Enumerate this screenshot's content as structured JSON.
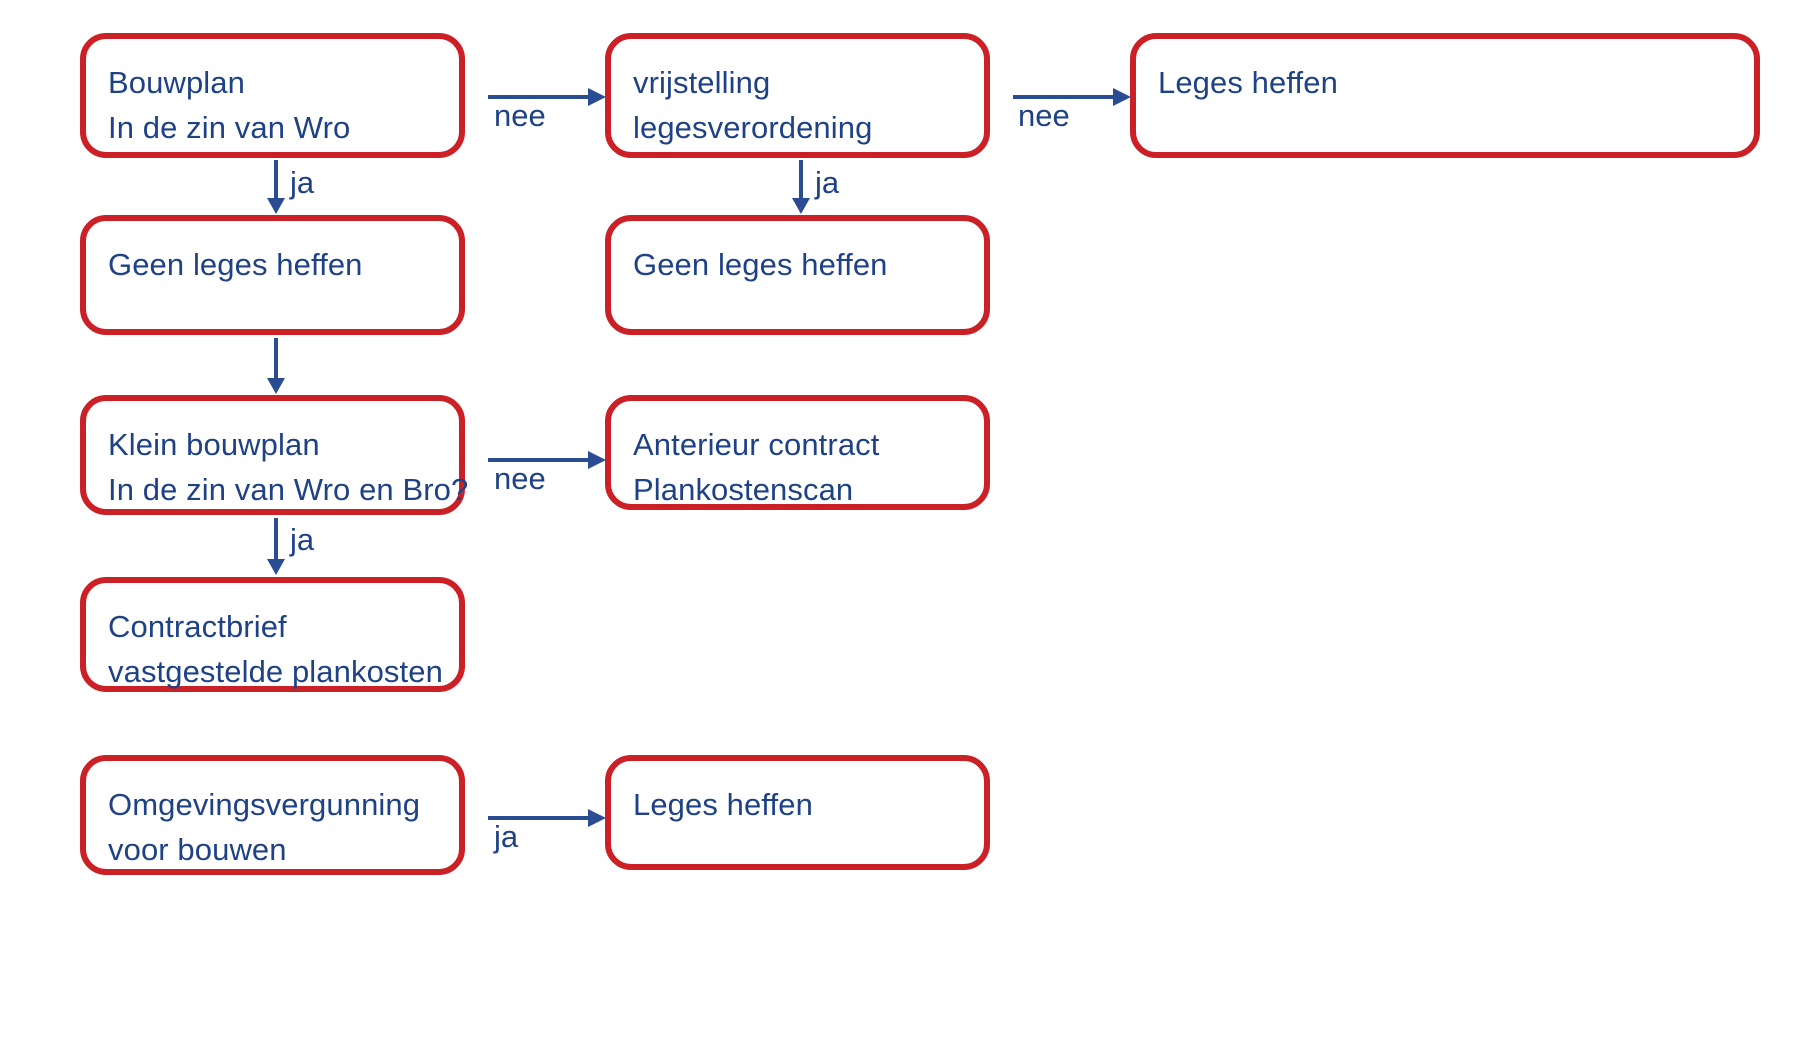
{
  "diagram": {
    "title": "Leges en plankosten beslisboom",
    "colors": {
      "node_border": "#CC2027",
      "text": "#1F4287",
      "arrow": "#2A4C92",
      "background": "#FFFFFF"
    },
    "nodes": [
      {
        "id": "bouwplan",
        "lines": [
          "Bouwplan",
          "In de zin van Wro"
        ]
      },
      {
        "id": "vrijstelling",
        "lines": [
          "vrijstelling",
          "legesverordening"
        ]
      },
      {
        "id": "leges-heffen-top",
        "lines": [
          "Leges heffen"
        ]
      },
      {
        "id": "geen-leges-heffen-left",
        "lines": [
          "Geen leges heffen"
        ]
      },
      {
        "id": "geen-leges-heffen-mid",
        "lines": [
          "Geen leges heffen"
        ]
      },
      {
        "id": "klein-bouwplan",
        "lines": [
          "Klein bouwplan",
          "In de zin van Wro en Bro?"
        ]
      },
      {
        "id": "anterieur-contract",
        "lines": [
          "Anterieur contract",
          "Plankostenscan"
        ]
      },
      {
        "id": "contractbrief",
        "lines": [
          "Contractbrief",
          "vastgestelde plankosten"
        ]
      },
      {
        "id": "omgevingsvergunning",
        "lines": [
          "Omgevingsvergunning",
          "voor bouwen"
        ]
      },
      {
        "id": "leges-heffen-bottom",
        "lines": [
          "Leges heffen"
        ]
      }
    ],
    "edges": [
      {
        "id": "bouwplan-to-vrijstelling",
        "label": "nee"
      },
      {
        "id": "vrijstelling-to-leges-heffen-top",
        "label": "nee"
      },
      {
        "id": "bouwplan-to-geen-leges-left",
        "label": "ja"
      },
      {
        "id": "vrijstelling-to-geen-leges-mid",
        "label": "ja"
      },
      {
        "id": "geen-leges-left-to-klein-bouwplan",
        "label": ""
      },
      {
        "id": "klein-bouwplan-to-anterieur",
        "label": "nee"
      },
      {
        "id": "klein-bouwplan-to-contractbrief",
        "label": "ja"
      },
      {
        "id": "omgevingsvergunning-to-leges-heffen-bottom",
        "label": "ja"
      }
    ]
  }
}
